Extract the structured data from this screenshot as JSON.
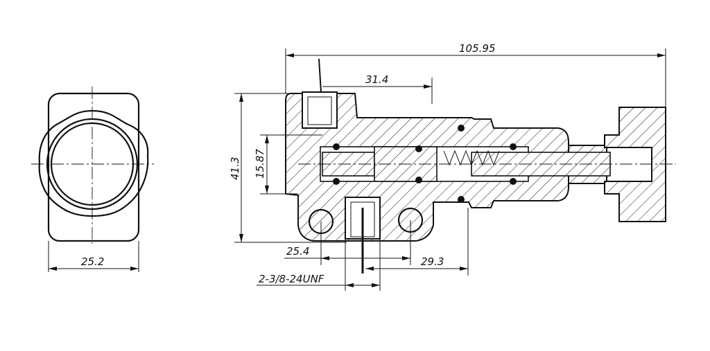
{
  "drawing": {
    "dimensions": {
      "overall_length": "105.95",
      "port_offset": "31.4",
      "height": "41.3",
      "bore": "15.87",
      "side_width": "25.2",
      "hole_spacing": "25.4",
      "port_to_end": "29.3",
      "thread": "2-3/8-24UNF"
    }
  }
}
